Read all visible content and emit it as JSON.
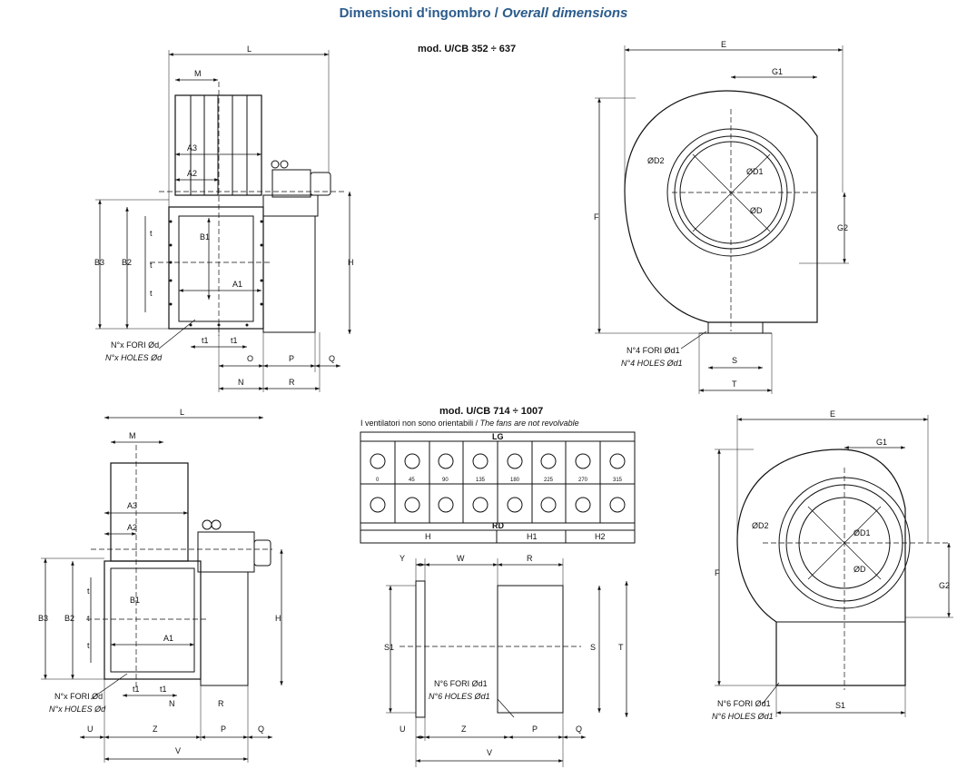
{
  "title": {
    "it": "Dimensioni d'ingombro",
    "sep": " / ",
    "en": "Overall dimensions"
  },
  "mod_top": "mod. U/CB 352 ÷ 637",
  "mod_bottom": "mod. U/CB 714 ÷ 1007",
  "note_it": "I ventilatori non sono orientabili",
  "note_sep": " / ",
  "note_en": "The fans are not revolvable",
  "table": {
    "lg": "LG",
    "rd": "RD",
    "angles": [
      "0",
      "45",
      "90",
      "135",
      "180",
      "225",
      "270",
      "315"
    ],
    "footer": [
      "H",
      "H1",
      "H2"
    ]
  },
  "holes": {
    "side_fori": "N°x FORI Ød",
    "side_holes": "N°x HOLES Ød",
    "front4_fori": "N°4 FORI Ød1",
    "front4_holes": "N°4 HOLES Ød1",
    "base6_fori": "N°6 FORI Ød1",
    "base6_holes": "N°6 HOLES Ød1",
    "front6_fori": "N°6 FORI Ød1",
    "front6_holes": "N°6 HOLES Ød1"
  },
  "dims": {
    "L": "L",
    "M": "M",
    "A3": "A3",
    "A2": "A2",
    "A1": "A1",
    "B1": "B1",
    "B2": "B2",
    "B3": "B3",
    "t": "t",
    "t1": "t1",
    "H": "H",
    "O": "O",
    "P": "P",
    "Q": "Q",
    "N": "N",
    "R": "R",
    "E": "E",
    "G1": "G1",
    "G2": "G2",
    "F": "F",
    "D": "ØD",
    "D1": "ØD1",
    "D2": "ØD2",
    "S": "S",
    "T": "T",
    "S1": "S1",
    "U": "U",
    "Z": "Z",
    "V": "V",
    "W": "W",
    "Y": "Y"
  }
}
